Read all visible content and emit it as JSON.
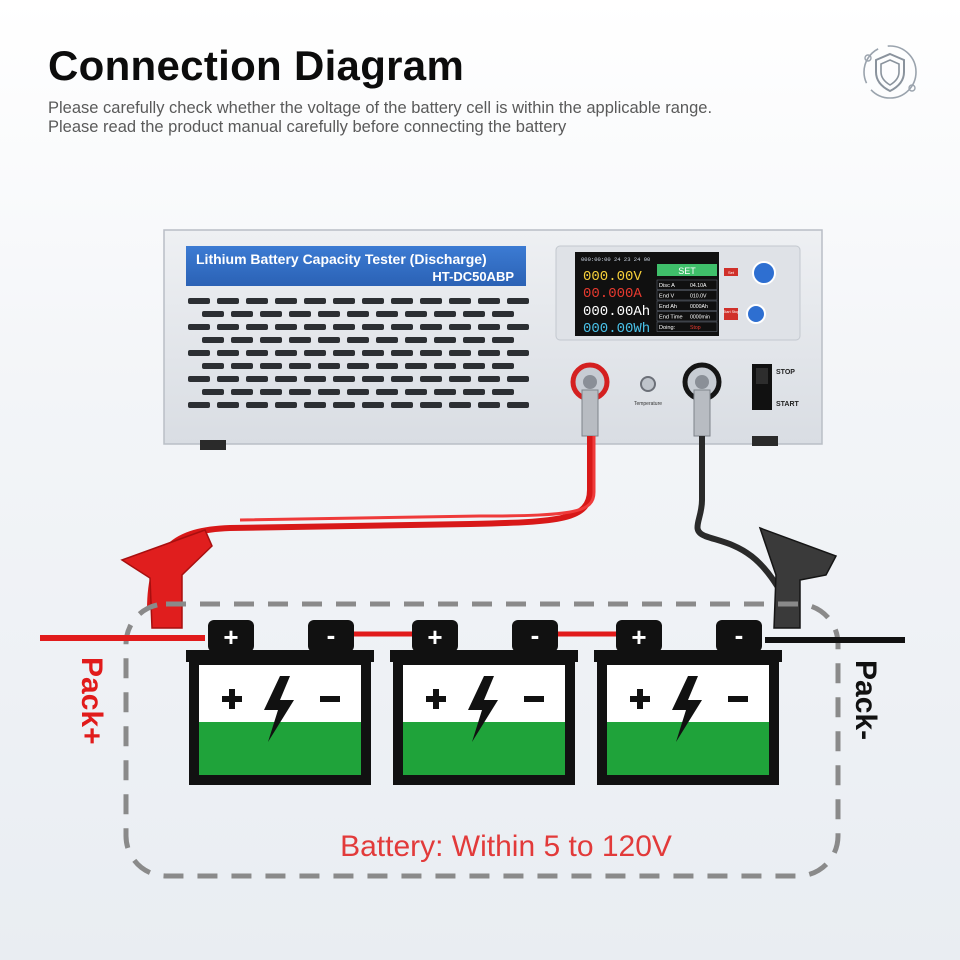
{
  "header": {
    "title": "Connection Diagram",
    "note_1": "Please carefully check whether the voltage of the battery cell is within the applicable range.",
    "note_2": "Please read the product manual carefully before connecting the battery"
  },
  "device": {
    "name": "Lithium Battery Capacity Tester (Discharge)",
    "model": "HT-DC50ABP",
    "display": {
      "clock": "000:00:00  24  23  24  00",
      "voltage": "000.00V",
      "current": "00.000A",
      "capacity": "000.00Ah",
      "energy": "000.00Wh",
      "set_button": "SET",
      "rows": [
        {
          "label": "Disc A",
          "value": "04.10A"
        },
        {
          "label": "End V",
          "value": "010.0V"
        },
        {
          "label": "End Ah",
          "value": "0000Ah"
        },
        {
          "label": "End Time",
          "value": "0000min"
        },
        {
          "label": "Doing:",
          "value": "Stop"
        }
      ]
    },
    "buttons": {
      "set": "Set",
      "start_stop": "Start Stop"
    },
    "switch": {
      "stop": "STOP",
      "start": "START"
    },
    "temperature_label": "Temperature"
  },
  "diagram": {
    "pack_plus": "Pack+",
    "pack_minus": "Pack-",
    "battery_range": "Battery: Within 5 to 120V",
    "battery_count": 3,
    "terminal_plus": "+",
    "terminal_minus": "-"
  },
  "colors": {
    "positive": "#e11b1b",
    "negative": "#111111",
    "battery_fill": "#1fa33a",
    "panel": "#e4e7ec",
    "label_plate": "#2f6dc4"
  }
}
